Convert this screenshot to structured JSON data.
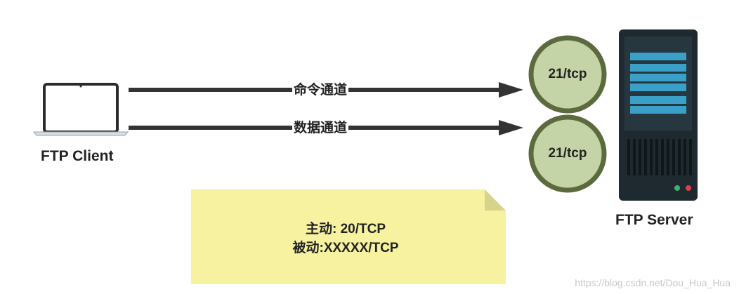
{
  "client": {
    "label": "FTP Client"
  },
  "server": {
    "label": "FTP Server"
  },
  "channels": [
    {
      "label": "命令通道",
      "port": "21/tcp"
    },
    {
      "label": "数据通道",
      "port": "21/tcp"
    }
  ],
  "note": {
    "line1": "主动: 20/TCP",
    "line2": "被动:XXXXX/TCP"
  },
  "watermark": "https://blog.csdn.net/Dou_Hua_Hua",
  "colors": {
    "port_fill": "#c5d4a6",
    "port_stroke": "#5b6b3d",
    "note_fill": "#f7f2a0",
    "note_fold": "#d8d38a",
    "server_body": "#1f2a30",
    "server_bar": "#3aa0c8",
    "arrow": "#333333"
  }
}
